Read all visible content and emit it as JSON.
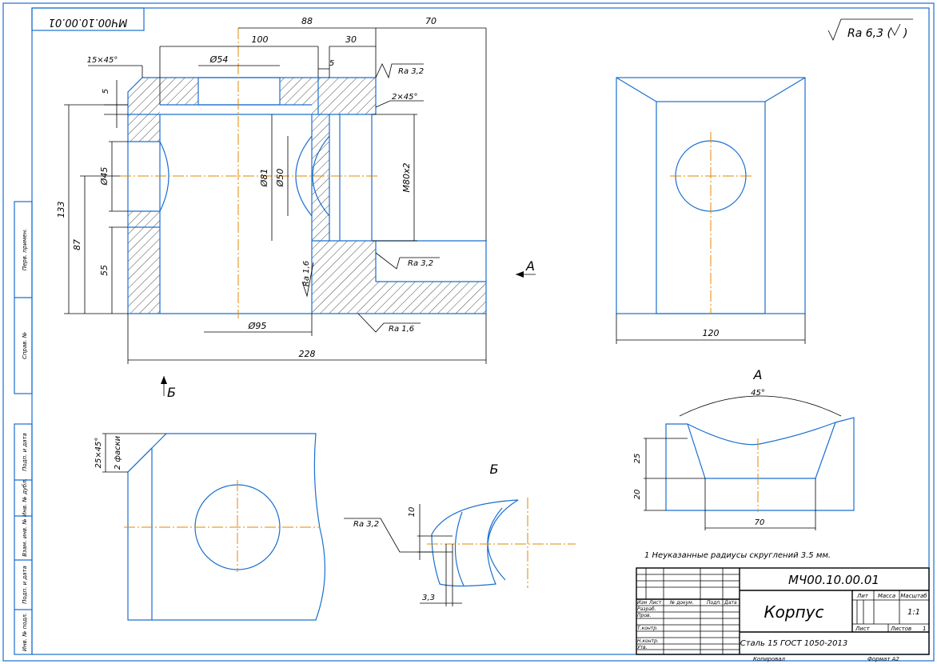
{
  "drawing": {
    "designation": "МЧ00.10.00.01",
    "designation_rotated": "МЧ00.10.00.01",
    "title": "Корпус",
    "material": "Сталь 15  ГОСТ 1050-2013",
    "roughness_general": "Ra 6,3 (",
    "roughness_general_suffix": ")",
    "note": "1 Неуказанные радиусы скруглений 3.5 мм.",
    "copied": "Копировал",
    "format": "Формат    А2",
    "mass_scale": "1:1",
    "sheet_label": "Лист",
    "sheets_label": "Листов",
    "sheets_count": "1"
  },
  "side_stamp": {
    "cells": [
      "Перв. примен.",
      "Справ. №",
      "Подп. и дата",
      "Инв. № дубл.",
      "Взам. инв. №",
      "Подп. и дата",
      "Инв. № подл."
    ]
  },
  "title_block": {
    "headers": [
      "Изм",
      "Лист",
      "№ докум.",
      "Подп.",
      "Дата"
    ],
    "roles": [
      "Разраб.",
      "Пров.",
      "Т.контр.",
      "",
      "Н.контр.",
      "Утв."
    ],
    "lit_label": "Лит",
    "mass_label": "Масса",
    "scale_label": "Масштаб"
  },
  "dimensions": {
    "main_view": [
      "88",
      "70",
      "100",
      "30",
      "Ø54",
      "15×45°",
      "5",
      "5",
      "Ra 3,2",
      "2×45°",
      "Ø45",
      "Ø81",
      "Ø50",
      "М80х2",
      "133",
      "87",
      "55",
      "Ra 1,6",
      "Ra 3,2",
      "Ø95",
      "Ra 1,6",
      "228"
    ],
    "right_view": [
      "120"
    ],
    "view_a": [
      "45°",
      "25",
      "20",
      "70"
    ],
    "view_b": [
      "25×45°",
      "2 фаски"
    ],
    "detail": [
      "Ra 3,2",
      "10",
      "3,3"
    ]
  },
  "views": {
    "view_a_marker": "А",
    "view_a_title": "А",
    "view_b_marker": "Б",
    "view_b_title": "Б"
  }
}
